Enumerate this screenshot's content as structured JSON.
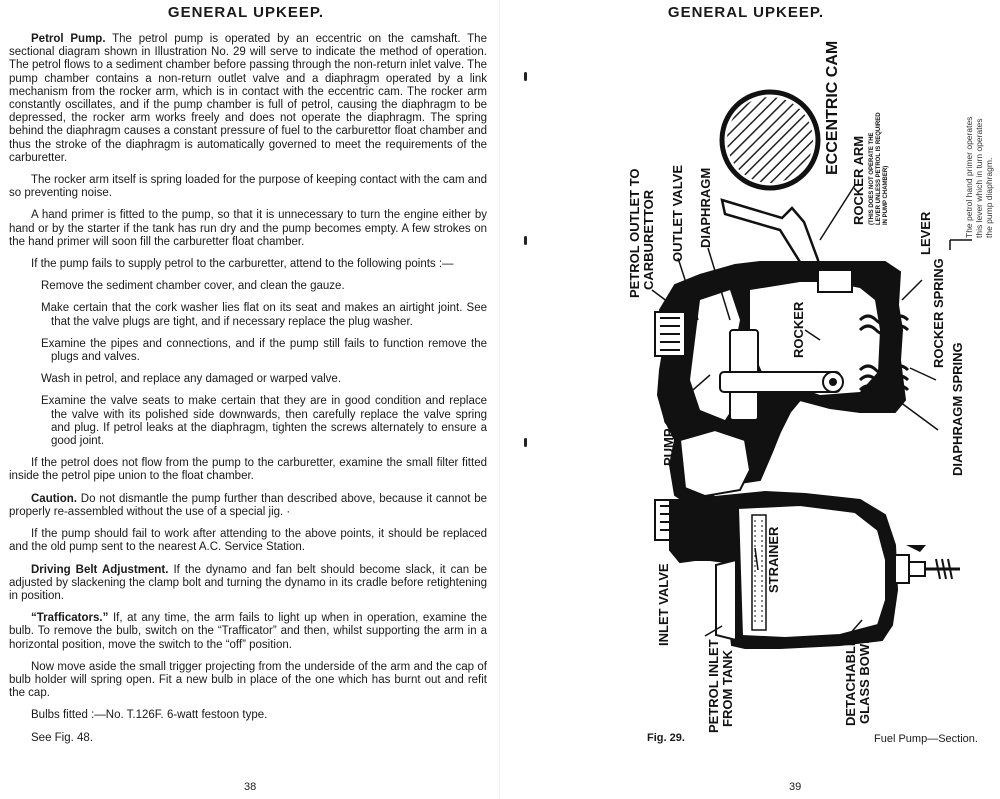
{
  "left_page": {
    "title": "GENERAL UPKEEP.",
    "paragraphs": {
      "p1_lead": "Petrol Pump.",
      "p1_text": "The petrol pump is operated by an eccentric on the camshaft. The sectional diagram shown in Illustration No. 29 will serve to indicate the method of operation. The petrol flows to a sediment chamber before passing through the non-return inlet valve. The pump chamber contains a non-return outlet valve and a diaphragm operated by a link mechanism from the rocker arm, which is in contact with the eccentric cam. The rocker arm constantly oscillates, and if the pump chamber is full of petrol, causing the diaphragm to be depressed, the rocker arm works freely and does not operate the diaphragm. The spring behind the diaphragm causes a constant pressure of fuel to the carburettor float chamber and thus the stroke of the diaphragm is automatically governed to meet the requirements of the carburetter.",
      "p2": "The rocker arm itself is spring loaded for the purpose of keeping contact with the cam and so preventing noise.",
      "p3": "A hand primer is fitted to the pump, so that it is unnecessary to turn the engine either by hand or by the starter if the tank has run dry and the pump becomes empty. A few strokes on the hand primer will soon fill the carburetter float chamber.",
      "p4": "If the pump fails to supply petrol to the carburetter, attend to the following points :—",
      "step1": "Remove the sediment chamber cover, and clean the gauze.",
      "step2": "Make certain that the cork washer lies flat on its seat and makes an airtight joint. See that the valve plugs are tight, and if necessary replace the plug washer.",
      "step3": "Examine the pipes and connections, and if the pump still fails to function remove the plugs and valves.",
      "step4": "Wash in petrol, and replace any damaged or warped valve.",
      "step5": "Examine the valve seats to make certain that they are in good condition and replace the valve with its polished side downwards, then carefully replace the valve spring and plug. If petrol leaks at the diaphragm, tighten the screws alternately to ensure a good joint.",
      "p5": "If the petrol does not flow from the pump to the carburetter, examine the small filter fitted inside the petrol pipe union to the float chamber.",
      "p6_lead": "Caution.",
      "p6_text": "Do not dismantle the pump further than described above, because it cannot be properly re-assembled without the use of a special jig. ·",
      "p7": "If the pump should fail to work after attending to the above points, it should be replaced and the old pump sent to the nearest A.C. Service Station.",
      "p8_lead": "Driving Belt Adjustment.",
      "p8_text": "If the dynamo and fan belt should become slack, it can be adjusted by slackening the clamp bolt and turning the dynamo in its cradle before retightening in position.",
      "p9_lead": "“Trafficators.”",
      "p9_text": "If, at any time, the arm fails to light up when in operation, examine the bulb. To remove the bulb, switch on the “Trafficator” and then, whilst supporting the arm in a horizontal position, move the switch to the “off” position.",
      "p10": "Now move aside the small trigger projecting from the underside of the arm and the cap of bulb holder will spring open. Fit a new bulb in place of the one which has burnt out and refit the cap.",
      "p11": "Bulbs fitted :—No. T.126F. 6-watt festoon type.",
      "p12": "See Fig. 48."
    },
    "page_number": "38"
  },
  "right_page": {
    "title": "GENERAL UPKEEP.",
    "diagram_labels": {
      "eccentric_cam": "ECCENTRIC CAM",
      "rocker_arm": "ROCKER ARM",
      "rocker_arm_note_1": "(THIS DOES NOT OPERATE THE",
      "rocker_arm_note_2": "LEVER UNLESS PETROL IS REQUIRED",
      "rocker_arm_note_3": "IN PUMP CHAMBER)",
      "petrol_outlet_1": "PETROL OUTLET TO",
      "petrol_outlet_2": "CARBURETTOR",
      "outlet_valve": "OUTLET VALVE",
      "diaphragm": "DIAPHRAGM",
      "lever": "LEVER",
      "rocker": "ROCKER",
      "rocker_spring": "ROCKER SPRING",
      "diaphragm_spring": "DIAPHRAGM SPRING",
      "pump_chamber": "PUMP CHAMBER",
      "strainer": "STRAINER",
      "inlet_valve": "INLET VALVE",
      "petrol_inlet_1": "PETROL INLET",
      "petrol_inlet_2": "FROM TANK",
      "glass_bowl_1": "DETACHABLE",
      "glass_bowl_2": "GLASS BOWL",
      "primer_note_1": "The petrol hand primer operates",
      "primer_note_2": "this lever which in turn operates",
      "primer_note_3": "the pump diaphragm."
    },
    "figure_label": "Fig. 29.",
    "figure_caption": "Fuel Pump—Section.",
    "page_number": "39"
  }
}
